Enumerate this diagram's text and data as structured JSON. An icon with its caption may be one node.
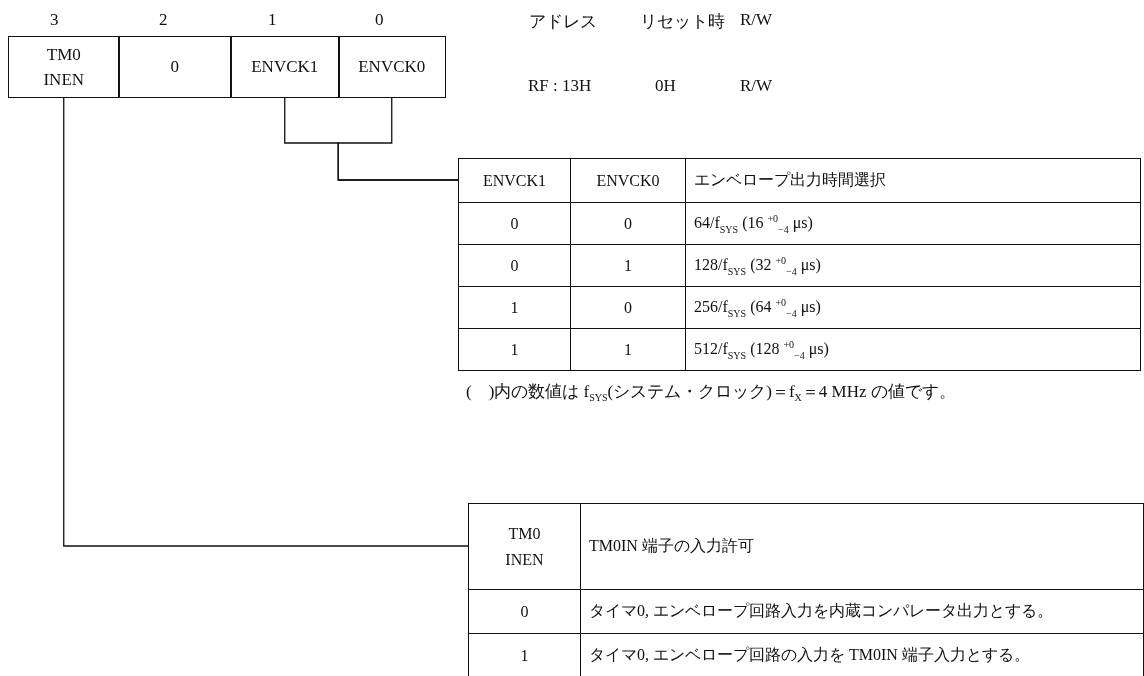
{
  "diagram": {
    "nodes": [
      {
        "text": [
          "TM0 INEN"
        ]
      },
      {
        "text": [
          "0"
        ]
      },
      {
        "text": [
          "ENVCK1"
        ]
      },
      {
        "text": [
          "ENVCK0"
        ]
      },
      {
        "text": [
          "ENVCK1",
          "ENVCK0",
          "エンベロープ出力時間選択",
          "0",
          "0",
          "64/f$_{SYS}$ (16 $^{+0}$$_{−4}$ μs)",
          "0",
          "1",
          "128/f$_{SYS}$ (32 $^{+0}$$_{−4}$ μs)",
          "1",
          "0",
          "256/f$_{SYS}$ (64 $^{+0}$$_{−4}$ μs)",
          "1",
          "1",
          "512/f$_{SYS}$ (128 $^{+0}$$_{−4}$ μs)"
        ]
      },
      {
        "text": [
          "TM0 INEN",
          "TM0IN 端子の入力許可",
          "0",
          "タイマ0, エンベロープ回路入力を内蔵コンパレータ出力とする。",
          "1",
          "タイマ0, エンベロープ回路の入力を TM0IN 端子入力とする。"
        ]
      }
    ],
    "edges": [
      {
        "from": 2,
        "to": 4,
        "arrow": "none"
      },
      {
        "from": 3,
        "to": 4,
        "arrow": "none"
      },
      {
        "from": 0,
        "to": 5,
        "arrow": "none"
      }
    ],
    "labels": [
      "3",
      "2",
      "1",
      "0",
      "アドレス",
      "リセット時",
      "R/W",
      "RF : 13H",
      "0H",
      "R/W",
      "(　)内の数値は f$_{SYS}$(システム・クロック)＝f$_{X}$＝4 MHz の値です。"
    ]
  }
}
